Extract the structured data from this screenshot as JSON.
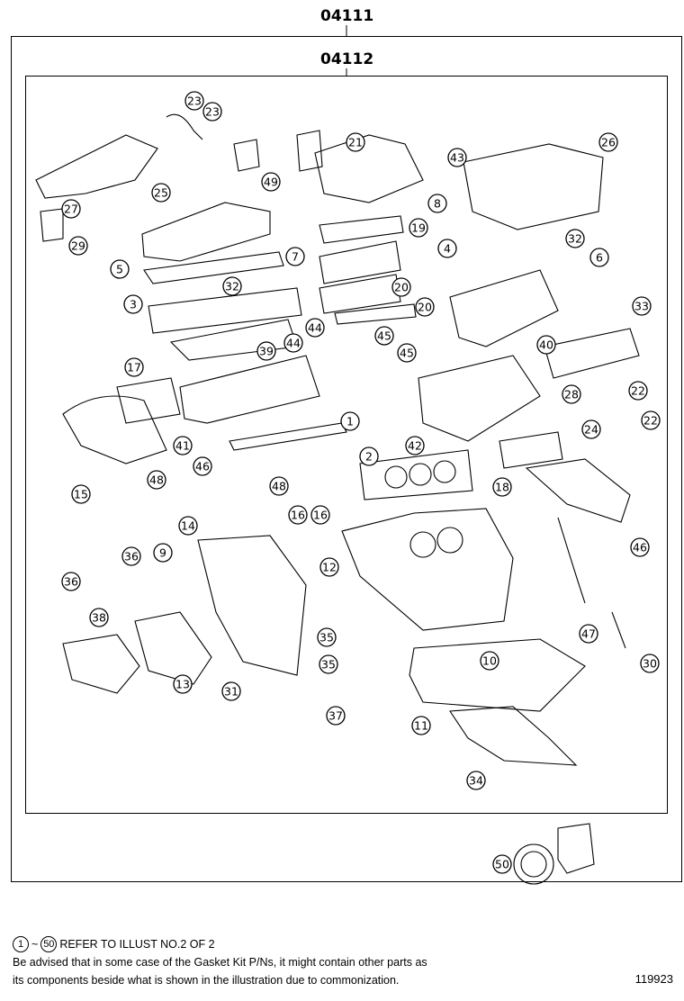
{
  "outer_kit": {
    "code": "04111"
  },
  "inner_kit": {
    "code": "04112"
  },
  "footer": {
    "ref_start": "1",
    "ref_tilde": "~",
    "ref_end": "50",
    "ref_text": "REFER TO ILLUST NO.2 OF 2",
    "note_line1": "Be advised that in some case of the Gasket Kit P/Ns,  it might contain other parts as",
    "note_line2": "its components beside what is shown in the illustration due to commonization.",
    "illustration_id": "119923"
  },
  "callouts": [
    "23",
    "23",
    "21",
    "26",
    "43",
    "49",
    "25",
    "27",
    "8",
    "19",
    "29",
    "4",
    "32",
    "5",
    "7",
    "6",
    "32",
    "3",
    "20",
    "20",
    "33",
    "44",
    "45",
    "44",
    "45",
    "39",
    "40",
    "17",
    "22",
    "28",
    "24",
    "22",
    "1",
    "41",
    "42",
    "2",
    "46",
    "48",
    "48",
    "18",
    "15",
    "16",
    "16",
    "14",
    "46",
    "9",
    "36",
    "36",
    "12",
    "47",
    "38",
    "35",
    "30",
    "10",
    "35",
    "13",
    "31",
    "37",
    "11",
    "34",
    "50"
  ]
}
